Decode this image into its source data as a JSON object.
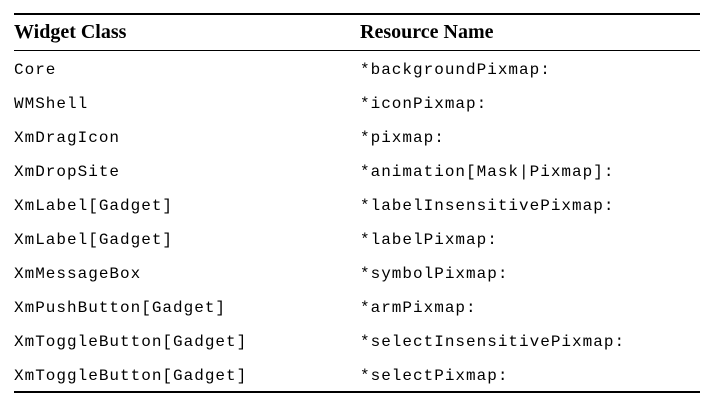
{
  "page": {
    "background_color": "#ffffff",
    "text_color": "#000000",
    "rule_color": "#000000"
  },
  "table": {
    "columns": [
      {
        "label": "Widget Class"
      },
      {
        "label": "Resource Name"
      }
    ],
    "rows": [
      {
        "widget_class": "Core",
        "resource_name": "*backgroundPixmap:"
      },
      {
        "widget_class": "WMShell",
        "resource_name": "*iconPixmap:"
      },
      {
        "widget_class": "XmDragIcon",
        "resource_name": "*pixmap:"
      },
      {
        "widget_class": "XmDropSite",
        "resource_name": "*animation[Mask|Pixmap]:"
      },
      {
        "widget_class": "XmLabel[Gadget]",
        "resource_name": "*labelInsensitivePixmap:"
      },
      {
        "widget_class": "XmLabel[Gadget]",
        "resource_name": "*labelPixmap:"
      },
      {
        "widget_class": "XmMessageBox",
        "resource_name": "*symbolPixmap:"
      },
      {
        "widget_class": "XmPushButton[Gadget]",
        "resource_name": "*armPixmap:"
      },
      {
        "widget_class": "XmToggleButton[Gadget]",
        "resource_name": "*selectInsensitivePixmap:"
      },
      {
        "widget_class": "XmToggleButton[Gadget]",
        "resource_name": "*selectPixmap:"
      }
    ]
  }
}
